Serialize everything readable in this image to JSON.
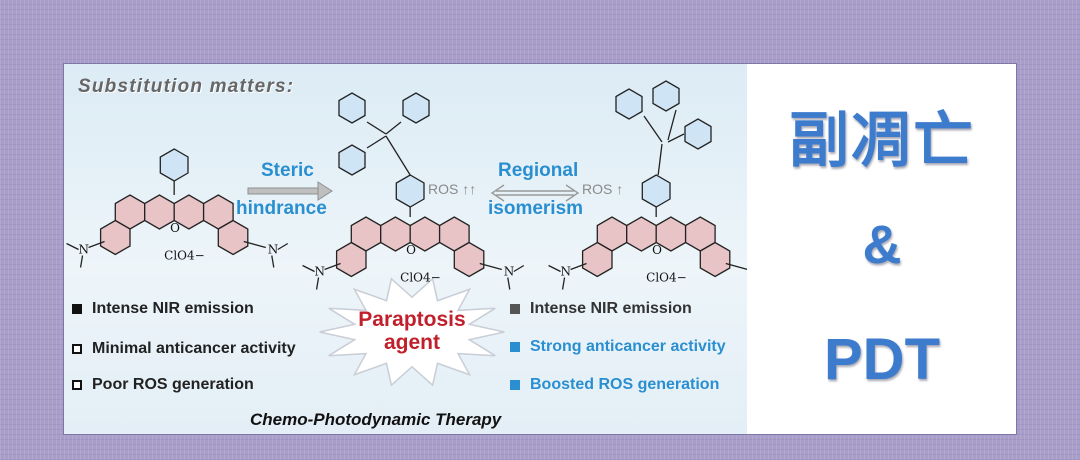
{
  "figure": {
    "subtitle": "Substitution matters:",
    "steric_line1": "Steric",
    "steric_line2": "hindrance",
    "regional_line1": "Regional",
    "regional_line2": "isomerism",
    "ros_double": "ROS ↑↑",
    "ros_single": "ROS ↑",
    "counterion": "ClO4−",
    "left_bullets": [
      "Intense NIR emission",
      "Minimal anticancer activity",
      "Poor ROS generation"
    ],
    "right_bullets": [
      "Intense NIR emission",
      "Strong anticancer activity",
      "Boosted ROS generation"
    ],
    "agent_line1": "Paraptosis",
    "agent_line2": "agent",
    "therapy": "Chemo-Photodynamic Therapy"
  },
  "side_panel": {
    "chinese_title": "副凋亡",
    "ampersand": "&",
    "pdt": "PDT"
  },
  "colors": {
    "accent_blue": "#2a8fd1",
    "agent_red": "#c11f2b",
    "ring_fill": "#e8c4c7",
    "side_blue": "#3d7ccd",
    "background_purple": "#a99ec9"
  }
}
